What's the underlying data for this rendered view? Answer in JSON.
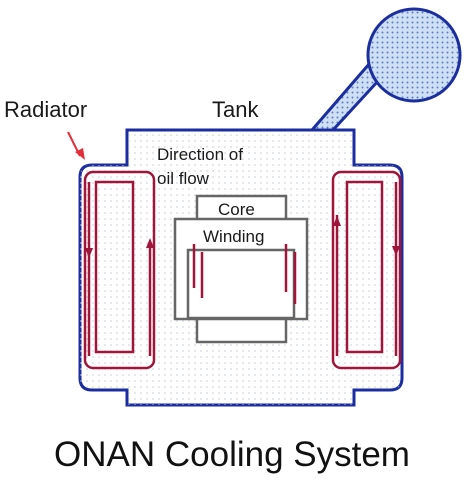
{
  "labels": {
    "radiator": "Radiator",
    "tank": "Tank",
    "direction_line1": "Direction of",
    "direction_line2": "oil flow",
    "core": "Core",
    "winding": "Winding"
  },
  "title": "ONAN Cooling System",
  "colors": {
    "tank_outline": "#1b2ea0",
    "oil_flow": "#a0153a",
    "conservator_fill": "#c9dcf2",
    "core_outline": "#666666",
    "pointer_arrow": "#e0303a"
  }
}
